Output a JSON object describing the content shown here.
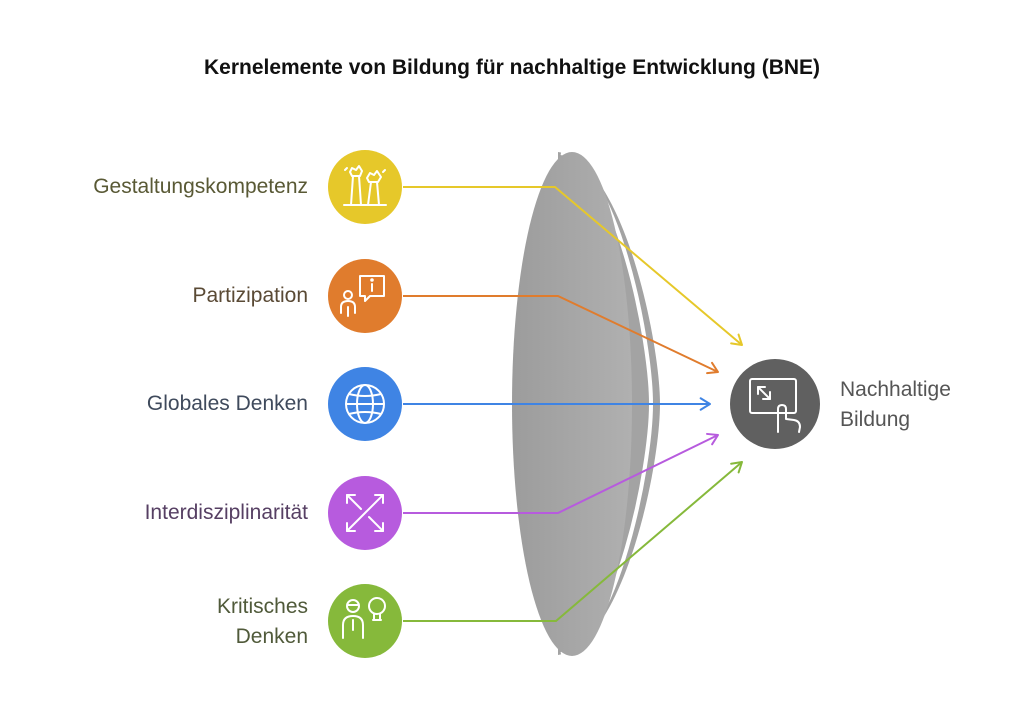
{
  "title": "Kernelemente von Bildung für nachhaltige Entwicklung (BNE)",
  "items": [
    {
      "label": "Gestaltungskompetenz",
      "icon": "trees-icon",
      "color": "#e6c82a",
      "text_color": "#595935"
    },
    {
      "label": "Partizipation",
      "icon": "person-info-bubble-icon",
      "color": "#e07c2d",
      "text_color": "#5a4a35"
    },
    {
      "label": "Globales Denken",
      "icon": "globe-icon",
      "color": "#3f84e4",
      "text_color": "#3f4a5c"
    },
    {
      "label": "Interdisziplinarität",
      "icon": "diagonal-arrows-icon",
      "color": "#b75bde",
      "text_color": "#563f63"
    },
    {
      "label": "Kritisches Denken",
      "label_lines": [
        "Kritisches",
        "Denken"
      ],
      "icon": "person-lightbulb-icon",
      "color": "#86b93b",
      "text_color": "#505a3a"
    }
  ],
  "target": {
    "label": "Nachhaltige Bildung",
    "label_lines": [
      "Nachhaltige",
      "Bildung"
    ],
    "icon": "resize-touch-icon",
    "color": "#606060"
  },
  "lens_color": "#a8a8a8"
}
